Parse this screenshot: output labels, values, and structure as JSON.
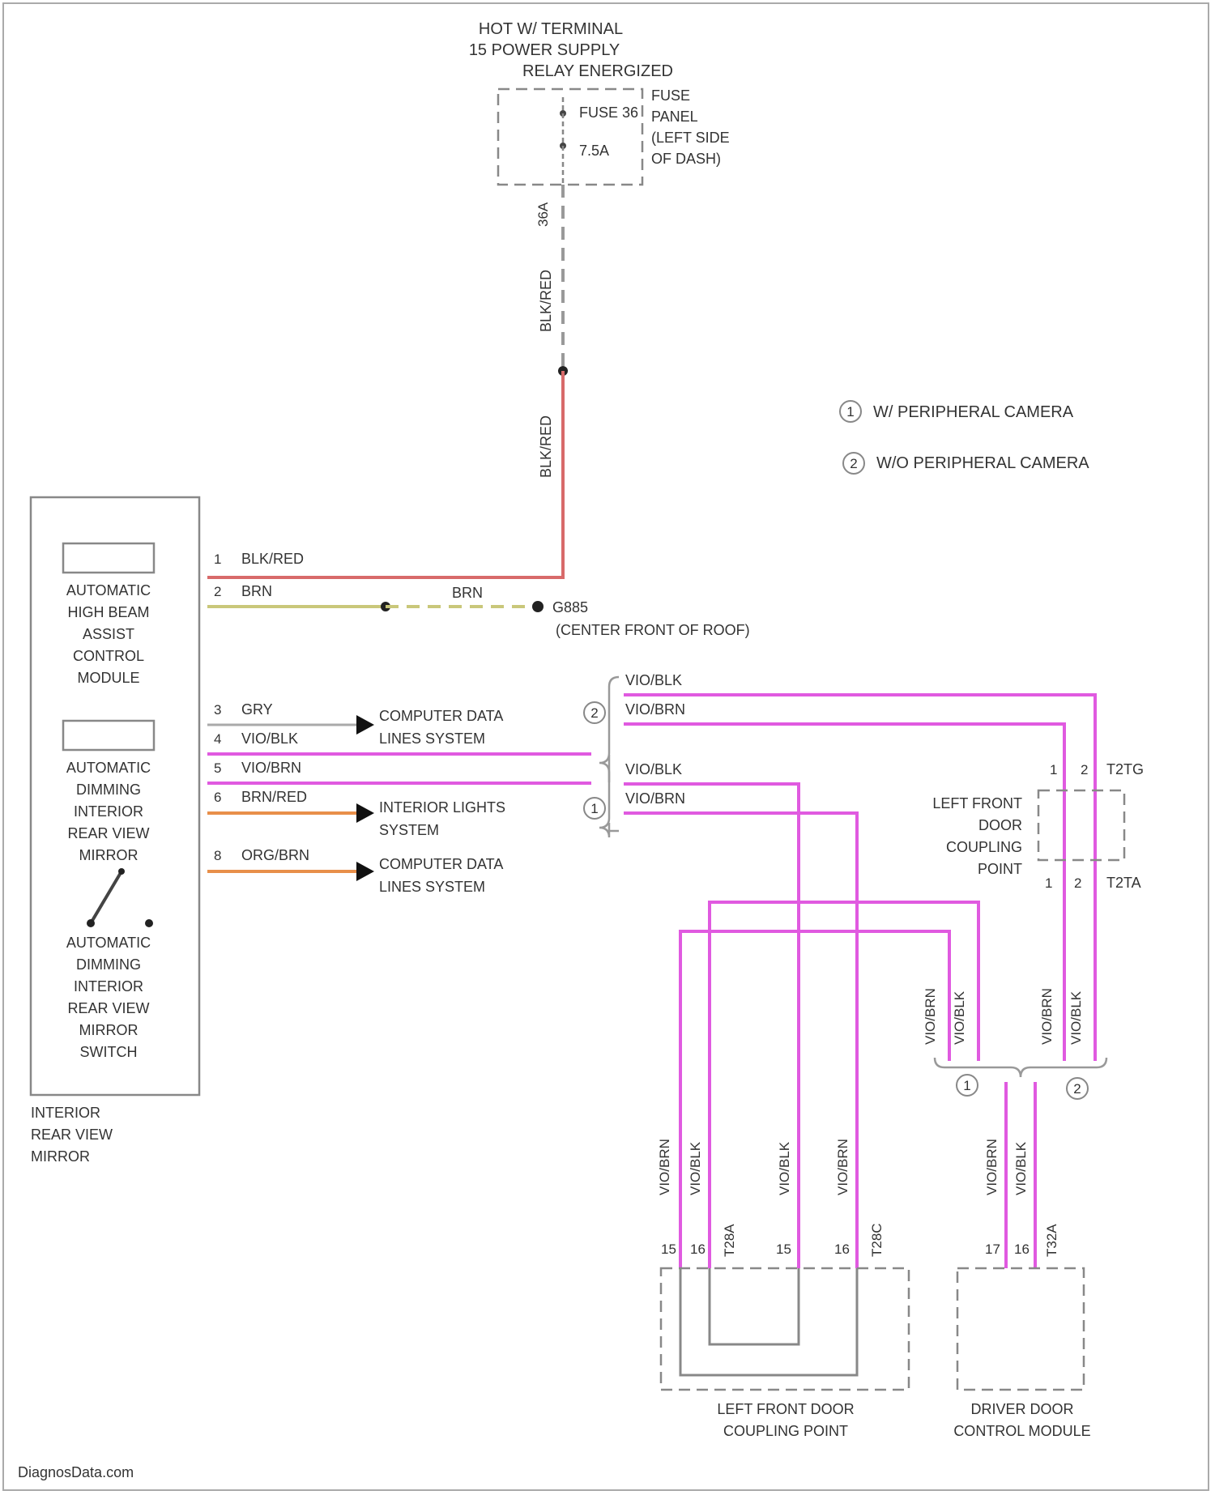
{
  "power_source": {
    "title_lines": [
      "HOT W/ TERMINAL",
      "15 POWER SUPPLY",
      "RELAY ENERGIZED"
    ],
    "fuse_label": "FUSE 36",
    "fuse_rating": "7.5A",
    "fuse_panel_lines": [
      "FUSE",
      "PANEL",
      "(LEFT SIDE",
      "OF DASH)"
    ],
    "pin": "36A"
  },
  "feed_wire_label": "BLK/RED",
  "legend": [
    {
      "marker": "1",
      "text": "W/ PERIPHERAL CAMERA"
    },
    {
      "marker": "2",
      "text": "W/O PERIPHERAL CAMERA"
    }
  ],
  "mirror": {
    "module_a_lines": [
      "AUTOMATIC",
      "HIGH BEAM",
      "ASSIST",
      "CONTROL",
      "MODULE"
    ],
    "module_b_lines": [
      "AUTOMATIC",
      "DIMMING",
      "INTERIOR",
      "REAR VIEW",
      "MIRROR"
    ],
    "switch_lines": [
      "AUTOMATIC",
      "DIMMING",
      "INTERIOR",
      "REAR VIEW",
      "MIRROR",
      "SWITCH"
    ],
    "component_lines": [
      "INTERIOR",
      "REAR VIEW",
      "MIRROR"
    ]
  },
  "pins": [
    {
      "num": "1",
      "wire": "BLK/RED"
    },
    {
      "num": "2",
      "wire": "BRN"
    },
    {
      "num": "3",
      "wire": "GRY"
    },
    {
      "num": "4",
      "wire": "VIO/BLK"
    },
    {
      "num": "5",
      "wire": "VIO/BRN"
    },
    {
      "num": "6",
      "wire": "BRN/RED"
    },
    {
      "num": "8",
      "wire": "ORG/BRN"
    }
  ],
  "ground": {
    "wire_label": "BRN",
    "name": "G885",
    "location": "(CENTER FRONT OF ROOF)"
  },
  "destinations": {
    "data_lines_1": [
      "COMPUTER DATA",
      "LINES SYSTEM"
    ],
    "interior_lights": [
      "INTERIOR LIGHTS",
      "SYSTEM"
    ],
    "data_lines_2": [
      "COMPUTER DATA",
      "LINES SYSTEM"
    ]
  },
  "branch_upper": {
    "marker": "2",
    "w1": "VIO/BLK",
    "w2": "VIO/BRN"
  },
  "branch_lower": {
    "marker": "1",
    "w1": "VIO/BLK",
    "w2": "VIO/BRN"
  },
  "coupling_right": {
    "lines": [
      "LEFT FRONT",
      "DOOR",
      "COUPLING",
      "POINT"
    ],
    "top_pins": [
      "1",
      "2"
    ],
    "top_connector": "T2TG",
    "bottom_pins": [
      "1",
      "2"
    ],
    "bottom_connector": "T2TA"
  },
  "vertical_labels": {
    "pair_left": [
      "VIO/BRN",
      "VIO/BLK"
    ],
    "pair_right": [
      "VIO/BRN",
      "VIO/BLK"
    ],
    "coupling_bottom": [
      "VIO/BRN",
      "VIO/BLK",
      "VIO/BLK",
      "VIO/BRN"
    ],
    "module_bottom": [
      "VIO/BRN",
      "VIO/BLK"
    ]
  },
  "branch_bottom_markers": [
    "1",
    "2"
  ],
  "coupling_bottom": {
    "pins": [
      "15",
      "16",
      "15",
      "16"
    ],
    "connectors": [
      "T28A",
      "T28C"
    ],
    "lines": [
      "LEFT FRONT DOOR",
      "COUPLING POINT"
    ]
  },
  "driver_module": {
    "pins": [
      "17",
      "16"
    ],
    "connector": "T32A",
    "lines": [
      "DRIVER DOOR",
      "CONTROL MODULE"
    ]
  },
  "watermark": "DiagnosData.com"
}
